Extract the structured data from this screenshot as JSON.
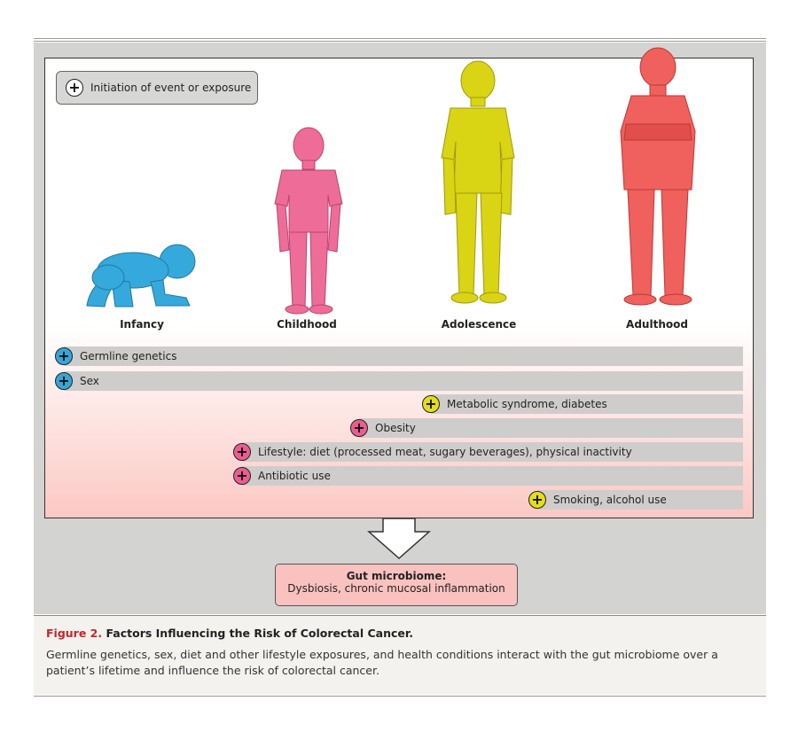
{
  "legend": {
    "label": "Initiation of event or exposure"
  },
  "stages": [
    {
      "label": "Infancy",
      "color": "#35a9dc"
    },
    {
      "label": "Childhood",
      "color": "#ee6d98"
    },
    {
      "label": "Adolescence",
      "color": "#d9d414"
    },
    {
      "label": "Adulthood",
      "color": "#f0605c"
    }
  ],
  "factors": [
    {
      "label": "Germline genetics",
      "stage": "Infancy",
      "icon_color": "#34a7d9"
    },
    {
      "label": "Sex",
      "stage": "Infancy",
      "icon_color": "#34a7d9"
    },
    {
      "label": "Metabolic syndrome, diabetes",
      "stage": "Adolescence",
      "icon_color": "#e4dd1b"
    },
    {
      "label": "Obesity",
      "stage": "Childhood",
      "icon_color": "#e95e90"
    },
    {
      "label": "Lifestyle: diet (processed meat, sugary beverages), physical inactivity",
      "stage": "Childhood",
      "icon_color": "#e95e90"
    },
    {
      "label": "Antibiotic use",
      "stage": "Childhood",
      "icon_color": "#e95e90"
    },
    {
      "label": "Smoking, alcohol use",
      "stage": "Adolescence",
      "icon_color": "#e4dd1b"
    }
  ],
  "outcome": {
    "title": "Gut microbiome:",
    "text": "Dysbiosis, chronic mucosal inflammation"
  },
  "caption": {
    "figure_label": "Figure 2.",
    "title": "Factors Influencing the Risk of Colorectal Cancer.",
    "body": "Germline genetics, sex, diet and other lifestyle exposures, and health conditions interact with the gut microbiome over a patient’s lifetime and influence the risk of colorectal cancer."
  }
}
